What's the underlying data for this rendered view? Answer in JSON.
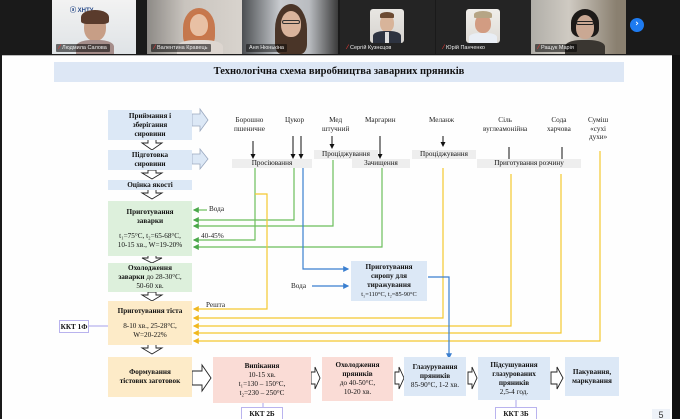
{
  "meeting": {
    "participants": [
      {
        "name": "Людмила Салова",
        "muted": true,
        "has_video": true
      },
      {
        "name": "Валентина Кравець",
        "muted": true,
        "has_video": true
      },
      {
        "name": "Аня Нюнькіна",
        "muted": false,
        "has_video": true,
        "speaking": true
      },
      {
        "name": "Сергій Кузнєцов",
        "muted": true,
        "has_video": false
      },
      {
        "name": "Юрій Панченко",
        "muted": true,
        "has_video": false
      },
      {
        "name": "Ращук Марія",
        "muted": true,
        "has_video": true
      }
    ],
    "next_page_icon": "chevron-right-icon",
    "accent_color": "#1e7bf0",
    "active_speaker_color": "#23c552"
  },
  "slide": {
    "title": "Технологічна схема виробництва заварних пряників",
    "page_number": "5",
    "left_steps": {
      "receiving": [
        "Приймання і",
        "зберігання",
        "сировини"
      ],
      "preparation": [
        "Підготовка",
        "сировини"
      ],
      "quality": "Оцінка якості",
      "brew": {
        "title": [
          "Приготування",
          "заварки"
        ],
        "params": [
          "t₁=75°C, t₂=65-68°C,",
          "10-15 хв., W=19-20%"
        ]
      },
      "cooling": [
        "Охолодження",
        "заварки до 28-30°C,",
        "50-60 хв."
      ],
      "dough": {
        "title": "Приготування тіста",
        "params": [
          "8-10 хв., 25-28°C,",
          "W=20-22%"
        ]
      }
    },
    "ingredients": [
      {
        "name": [
          "Борошно",
          "пшеничне"
        ]
      },
      {
        "name": [
          "Цукор"
        ]
      },
      {
        "name": [
          "Мед",
          "штучний"
        ]
      },
      {
        "name": [
          "Маргарин"
        ]
      },
      {
        "name": [
          "Меланж"
        ]
      },
      {
        "name": [
          "Сіль",
          "вуглеамонійна"
        ]
      },
      {
        "name": [
          "Сода",
          "харчова"
        ]
      },
      {
        "name": [
          "Суміш",
          "«сухі",
          "духи»"
        ]
      }
    ],
    "operations": {
      "sifting": "Просіювання",
      "straining_honey": "Проціджування",
      "cleaning": "Зачищення",
      "straining_egg": "Проціджування",
      "solution": "Приготування розчину"
    },
    "flow_labels": {
      "water_brew": "Вода",
      "flour_share": "40-45%",
      "water_syrup": "Вода",
      "rest": "Решта"
    },
    "syrup": {
      "title": [
        "Приготування",
        "сиропу для",
        "тиражування"
      ],
      "params": "t₁=110°C, t₂=85-90°C"
    },
    "bottom_steps": {
      "forming": [
        "Формування",
        "тістових заготовок"
      ],
      "baking": {
        "title": "Випікання",
        "params": [
          "10-15 хв.",
          "t₁=130 – 150°C,",
          "t₂=230 – 250°C"
        ]
      },
      "cooling": {
        "title": [
          "Охолодження",
          "пряників"
        ],
        "params": [
          "до 40-50°C,",
          "10-20 хв."
        ]
      },
      "glazing": {
        "title": [
          "Глазурування",
          "пряників"
        ],
        "params": "85-90°C, 1-2 хв."
      },
      "drying": {
        "title": [
          "Підсушування",
          "глазурованих",
          "пряників"
        ],
        "params": "2,5-4 год."
      },
      "packing": [
        "Пакування,",
        "маркування"
      ]
    },
    "ccp": {
      "dough": "ККТ 1Ф",
      "baking": "ККТ 2Б",
      "drying": "ККТ 3Б"
    },
    "colors": {
      "green_line": "#6cbf5c",
      "yellow_line": "#f5c830",
      "blue_line": "#3a7fd0",
      "box_blue": "#dce8f6",
      "box_green": "#ddf0dc",
      "box_orange": "#fdebc8",
      "box_pink": "#fadcd6",
      "ccp_border": "#b9b3ee"
    }
  }
}
